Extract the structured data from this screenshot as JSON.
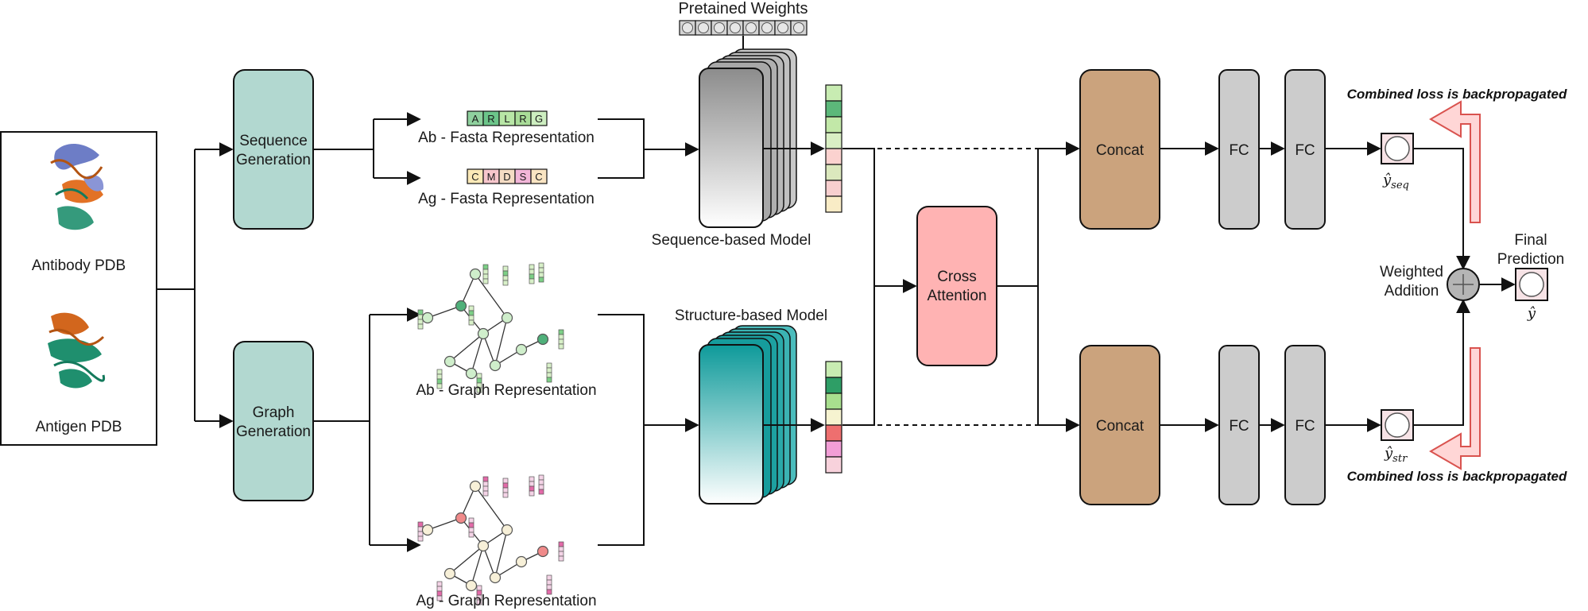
{
  "inputs": {
    "antibody_label": "Antibody PDB",
    "antigen_label": "Antigen PDB"
  },
  "generation": {
    "sequence_line1": "Sequence",
    "sequence_line2": "Generation",
    "graph_line1": "Graph",
    "graph_line2": "Generation"
  },
  "representations": {
    "ab_fasta_label": "Ab - Fasta Representation",
    "ag_fasta_label": "Ag - Fasta Representation",
    "ab_graph_label": "Ab - Graph Representation",
    "ag_graph_label": "Ag - Graph Representation",
    "ab_fasta_residues": [
      "A",
      "R",
      "L",
      "R",
      "G"
    ],
    "ag_fasta_residues": [
      "C",
      "M",
      "D",
      "S",
      "C"
    ],
    "ab_fasta_colors": [
      "#8fd19e",
      "#6cc58a",
      "#b8e6a6",
      "#a9dc98",
      "#cdeec0"
    ],
    "ag_fasta_colors": [
      "#fbe9b7",
      "#f7c6cc",
      "#f5dcc4",
      "#f2b6d8",
      "#f9e4c2"
    ]
  },
  "models": {
    "pretrained_label": "Pretained Weights",
    "sequence_model_label": "Sequence-based Model",
    "structure_model_label": "Structure-based Model"
  },
  "embeddings": {
    "seq_colors": [
      "#c8ecb2",
      "#5cb87a",
      "#c2e8a8",
      "#d9efc4",
      "#fbd2cf",
      "#dbe8bd",
      "#f8cfcf",
      "#f9ecc6"
    ],
    "str_colors": [
      "#c8ecb2",
      "#2e9e66",
      "#a8df8e",
      "#f6f3d0",
      "#ee6f6f",
      "#f29ed6",
      "#f8d2dc"
    ]
  },
  "fusion": {
    "cross_attention_line1": "Cross",
    "cross_attention_line2": "Attention",
    "concat_label": "Concat",
    "fc_label": "FC"
  },
  "outputs": {
    "y_seq_base": "ŷ",
    "y_seq_sub": "seq",
    "y_str_base": "ŷ",
    "y_str_sub": "str",
    "weighted_line1": "Weighted",
    "weighted_line2": "Addition",
    "final_line1": "Final",
    "final_line2": "Prediction",
    "y_hat": "ŷ",
    "loss_label": "Combined loss is backpropagated"
  },
  "colors": {
    "generation_fill": "#b2d8d0",
    "cross_attention_fill": "#ffb3b3",
    "concat_fill": "#cba37d",
    "fc_fill": "#cccccc",
    "loss_arrow_fill": "#ffd6d6",
    "loss_arrow_stroke": "#d9534f",
    "seq_model_gradient": [
      "#8c8c8c",
      "#ffffff"
    ],
    "str_model_gradient": [
      "#0e9a9a",
      "#ffffff"
    ]
  }
}
